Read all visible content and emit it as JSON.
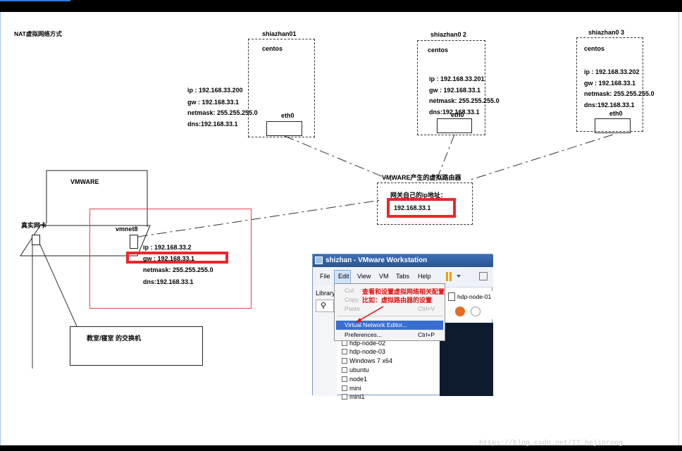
{
  "title": "NAT虚拟网络方式",
  "hosts": [
    {
      "name": "shiazhan01",
      "os": "centos",
      "ip": "ip : 192.168.33.200",
      "gw": "gw : 192.168.33.1",
      "netmask": "netmask: 255.255.255.0",
      "dns": "dns:192.168.33.1",
      "nic": "eth0"
    },
    {
      "name": "shiazhan0 2",
      "os": "centos",
      "ip": "ip : 192.168.33.201",
      "gw": "gw : 192.168.33.1",
      "netmask": "netmask: 255.255.255.0",
      "dns": "dns:192.168.33.1",
      "nic": "eth0"
    },
    {
      "name": "shiazhan0 3",
      "os": "centos",
      "ip": "ip : 192.168.33.202",
      "gw": "gw : 192.168.33.1",
      "netmask": "netmask: 255.255.255.0",
      "dns": "dns:192.168.33.1",
      "nic": "eth0"
    }
  ],
  "router": {
    "label": "VMWARE产生的虚拟路由器",
    "gateway_label": "网关自己的ip地址：",
    "gateway_ip": "192.168.33.1"
  },
  "vmware": {
    "label": "VMWARE",
    "real_nic": "真实网卡",
    "vmnet": "vmnet8"
  },
  "vmnet8_cfg": {
    "ip": "ip : 192.168.33.2",
    "gw": "gw : 192.168.33.1",
    "netmask": "netmask: 255.255.255.0",
    "dns": "dns:192.168.33.1"
  },
  "switch_label": "教室/寝室  的交换机",
  "screenshot": {
    "title": "shizhan - VMware Workstation",
    "menu": [
      "File",
      "Edit",
      "View",
      "VM",
      "Tabs",
      "Help"
    ],
    "library": "Library",
    "tab": "hdp-node-01",
    "edit_menu": {
      "cut": "Cut",
      "copy": "Copy",
      "paste": "Paste",
      "paste_shortcut": "Ctrl+V",
      "vne": "Virtual Network Editor...",
      "prefs": "Preferences...",
      "prefs_shortcut": "Ctrl+P"
    },
    "tree": [
      "hdp-node-02",
      "hdp-node-03",
      "Windows 7 x64",
      "ubuntu",
      "node1",
      "mini",
      "mini1"
    ],
    "note_line1": "查看和设置虚拟网络相关配置",
    "note_line2": "比如：虚拟路由器的设置"
  },
  "watermark": "https://blog.csdn.net/IT_hejinrong",
  "colors": {
    "highlight": "#e8282b",
    "window_title": "#2f5f9e",
    "menu_highlight": "#3a6fd2"
  }
}
